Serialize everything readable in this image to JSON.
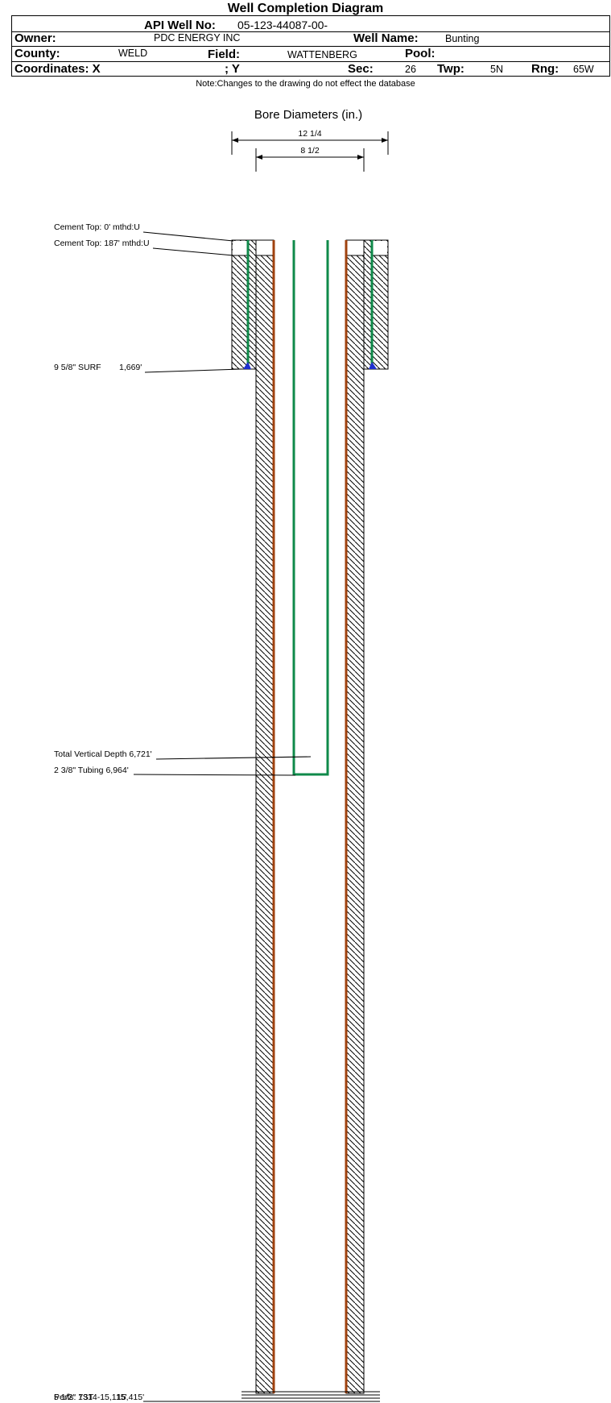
{
  "title": "Well Completion Diagram",
  "header": {
    "api_label": "API Well No:",
    "api_value": "05-123-44087-00-",
    "owner_label": "Owner:",
    "owner_value": "PDC ENERGY INC",
    "well_name_label": "Well Name:",
    "well_name_value": "Bunting",
    "county_label": "County:",
    "county_value": "WELD",
    "field_label": "Field:",
    "field_value": "WATTENBERG",
    "pool_label": "Pool:",
    "coords_x_label": "Coordinates: X",
    "coords_y_label": "; Y",
    "sec_label": "Sec:",
    "sec_value": "26",
    "twp_label": "Twp:",
    "twp_value": "5N",
    "rng_label": "Rng:",
    "rng_value": "65W"
  },
  "note": "Note:Changes to the drawing do not effect the database",
  "diagram": {
    "bore_title": "Bore Diameters (in.)",
    "bore_outer": "12 1/4",
    "bore_inner": "8 1/2",
    "labels": {
      "cement_top_1": "Cement Top: 0' mthd:U",
      "cement_top_2": "Cement Top: 187' mthd:U",
      "surface_casing": "9 5/8\" SURF",
      "surface_depth": "1,669'",
      "tvd": "Total Vertical Depth 6,721'",
      "tubing": "2 3/8\" Tubing 6,964'",
      "prod_casing": "5 1/2\" 1ST",
      "perfs": "Perfs: 7314-15,115'",
      "prod_depth": "15,415'"
    },
    "colors": {
      "production_casing": "#a0420e",
      "surface_casing": "#0f8a4a",
      "tubing": "#0f8a4a",
      "shoe": "#1e2fd0"
    }
  }
}
